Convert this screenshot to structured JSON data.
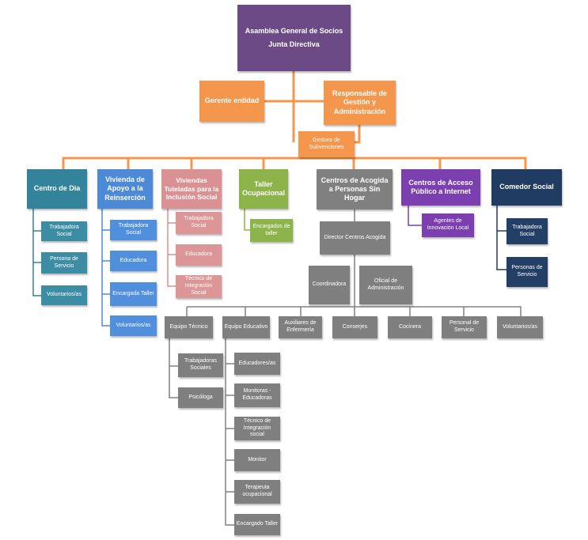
{
  "colors": {
    "line_orange": "#f4974c",
    "top": "#6b4a86",
    "manager": "#f4974c",
    "centro_dia": "#33849b",
    "vivienda_apoyo": "#4c8ad8",
    "viviendas_tuteladas": "#d99193",
    "taller": "#8db44a",
    "centros_acogida": "#808080",
    "centros_acceso": "#7b3fb0",
    "comedor": "#203c62"
  },
  "top": {
    "line1": "Asamblea General de Socios",
    "line2": "Junta Directiva"
  },
  "management": {
    "gerente": "Gerente entidad",
    "responsable": "Responsable de Gestión y Administración",
    "gestora": "Gestora de Subvenciones"
  },
  "departments": {
    "centro_dia": {
      "title": "Centro de Dia",
      "items": [
        "Trabajadora Social",
        "Persona de Servicio",
        "Voluntarios/as"
      ]
    },
    "vivienda_apoyo": {
      "title": "Vivienda de Apoyo a la Reinserción",
      "items": [
        "Trabajadora Social",
        "Educadora",
        "Encargada Taller",
        "Voluntarios/as"
      ]
    },
    "viviendas_tuteladas": {
      "title": "Viviendas Tuteladas para la Inclusión Social",
      "items": [
        "Trabajadora Social",
        "Educadora",
        "Técnico de Integración Social"
      ]
    },
    "taller": {
      "title": "Taller Ocupacional",
      "items": [
        "Encargados de taller"
      ]
    },
    "centros_acogida": {
      "title": "Centros de Acogida a Personas Sin Hogar",
      "director": "Director Centros Acogida",
      "coordinadora": "Coordinadora",
      "oficial": "Oficial de Administración",
      "teams": [
        "Equipo Técnico",
        "Equipo Educativo",
        "Auxiliares de Enfermería",
        "Conserjes",
        "Cocinera",
        "Personal de Servicio",
        "Voluntarios/as"
      ],
      "equipo_tecnico": [
        "Trabajadoras Sociales",
        "Psicóloga"
      ],
      "equipo_educativo": [
        "Educadores/as",
        "Monitoras - Educadoras",
        "Técnico de Integración social",
        "Monitor",
        "Terapeuta ocupacional",
        "Encargado Taller"
      ]
    },
    "centros_acceso": {
      "title": "Centros de Acceso Público a Internet",
      "items": [
        "Agentes de Innovación Local"
      ]
    },
    "comedor": {
      "title": "Comedor Social",
      "items": [
        "Trabajadora Social",
        "Personas de Servicio"
      ]
    }
  }
}
